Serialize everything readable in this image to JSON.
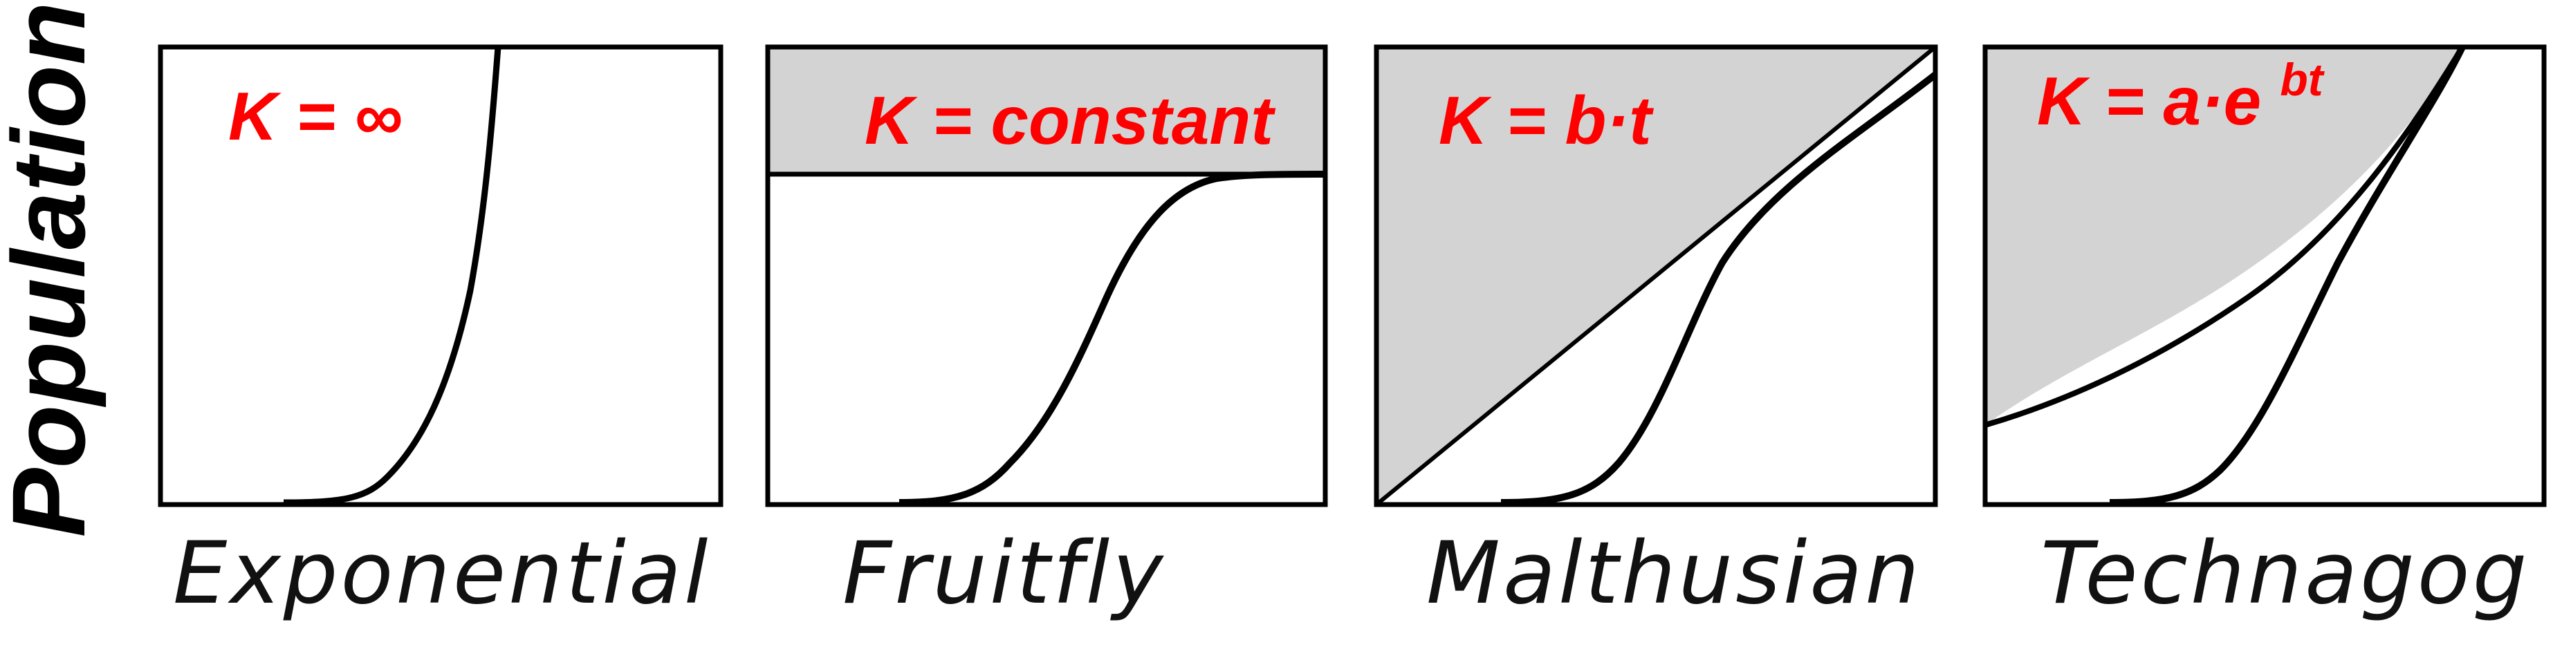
{
  "y_axis_label": "Population",
  "colors": {
    "formula": "#ff0000",
    "shade": "#d3d3d3",
    "line": "#000000",
    "title": "#111111"
  },
  "panels": [
    {
      "id": "exponential",
      "title": "Exponential",
      "formula": "K = ∞"
    },
    {
      "id": "fruitfly",
      "title": "Fruitfly",
      "formula": "K = constant"
    },
    {
      "id": "malthusian",
      "title": "Malthusian",
      "formula": "K = b·t"
    },
    {
      "id": "technagog",
      "title": "Technagog",
      "formula": "K = a·e",
      "formula_sup": "bt"
    }
  ]
}
